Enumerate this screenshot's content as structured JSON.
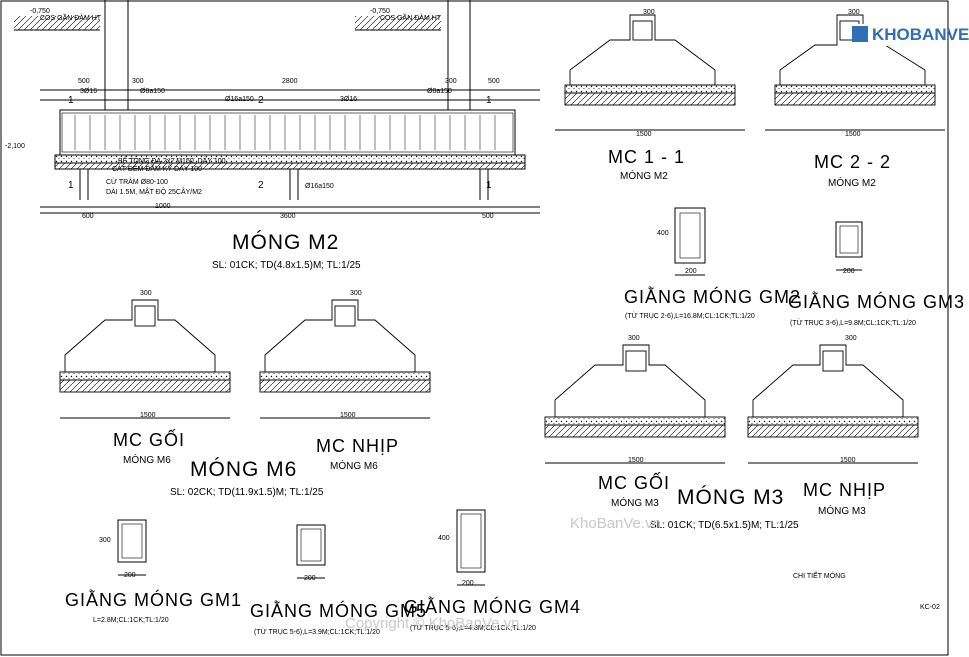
{
  "drawing": {
    "elev_0750_left": "-0,750",
    "elev_0750_right": "-0,750",
    "beam_note_left": "COS GẦN ĐÀM HT",
    "beam_note_right": "COS GẦN ĐÀM HT",
    "elev_2100": "-2,100",
    "m2": {
      "title": "MÓNG M2",
      "scale": "SL: 01CK; TD(4.8x1.5)M; TL:1/25",
      "dims_top": [
        "500",
        "300",
        "2800",
        "300",
        "500"
      ],
      "dims_bottom": [
        "600",
        "1000",
        "3600",
        "500"
      ],
      "rebar_labels": [
        "3Ø16",
        "Ø8a150",
        "Ø16a150",
        "3Ø16",
        "Ø8a150",
        "Ø16a150"
      ],
      "notes": [
        "BÊ TÔNG ĐÁ 2x2 M150, DÀY 100",
        "CÁT ĐÊM ĐẦM KỸ DÀY 100",
        "CỪ TRÀM Ø80-100",
        "DÀI 1.5M, MẬT ĐỘ 25CÂY/M2"
      ],
      "section_marks": [
        "1",
        "2",
        "1",
        "1",
        "2",
        "1"
      ]
    },
    "mc11": {
      "title": "MC 1 - 1",
      "sub": "MÓNG M2",
      "dim": "1500",
      "dim_top": "300"
    },
    "mc22": {
      "title": "MC 2 - 2",
      "sub": "MÓNG M2",
      "dim": "1500",
      "dim_top": "300"
    },
    "gm2": {
      "title": "GIẰNG MÓNG GM2",
      "note": "(TỪ TRỤC 2-6),L=16.8M;CL:1CK;TL:1/20",
      "dim": "200",
      "side": "400"
    },
    "gm3": {
      "title": "GIẰNG MÓNG GM3",
      "note": "(TỪ TRỤC 3-6),L=9.8M;CL:1CK;TL:1/20",
      "dim": "200"
    },
    "m6_goi": {
      "title": "MC GỐI",
      "sub": "MÓNG M6",
      "dim": "1500",
      "dim_top": "300"
    },
    "m6_nhip": {
      "title": "MC NHỊP",
      "sub": "MÓNG M6",
      "dim": "1500",
      "dim_top": "300"
    },
    "m6": {
      "title": "MÓNG M6",
      "scale": "SL: 02CK; TD(11.9x1.5)M; TL:1/25"
    },
    "m3_goi": {
      "title": "MC GỐI",
      "sub": "MÓNG M3",
      "dim": "1500",
      "dim_top": "300"
    },
    "m3_nhip": {
      "title": "MC NHỊP",
      "sub": "MÓNG M3",
      "dim": "1500",
      "dim_top": "300"
    },
    "m3": {
      "title": "MÓNG M3",
      "scale": "SL: 01CK; TD(6.5x1.5)M; TL:1/25"
    },
    "gm1": {
      "title": "GIẰNG MÓNG GM1",
      "note": "L=2.8M;CL:1CK;TL:1/20",
      "dim": "200",
      "side": "300"
    },
    "gm5": {
      "title": "GIẰNG MÓNG GM5",
      "note": "(TỪ TRỤC 5-6),L=3.9M;CL:1CK;TL:1/20",
      "dim": "200"
    },
    "gm4": {
      "title": "GIẰNG MÓNG GM4",
      "note": "(TỪ TRỤC 5-6),L=4.8M;CL:1CK;TL:1/20",
      "dim": "200",
      "side": "400"
    },
    "chi_tiet": "CHI TIẾT MÓNG",
    "sheet_no": "KC-02"
  },
  "watermark": {
    "center": "KhoBanVe.vn",
    "copyright": "Copyright © KhoBanVe.vn",
    "logo": "KHOBANVE"
  }
}
